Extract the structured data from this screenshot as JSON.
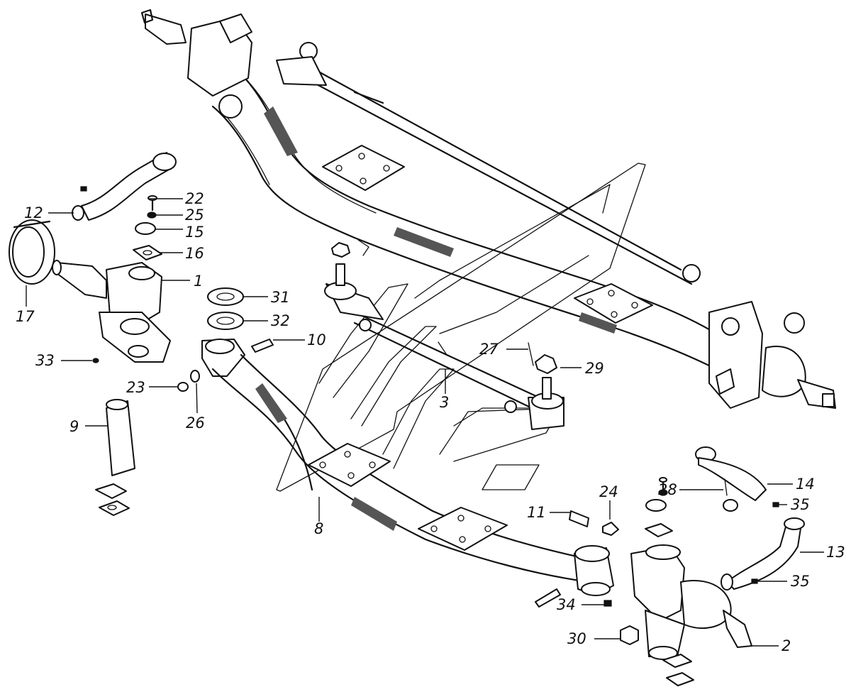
{
  "callouts": [
    {
      "id": "c22",
      "text": "22"
    },
    {
      "id": "c12",
      "text": "12"
    },
    {
      "id": "c25",
      "text": "25"
    },
    {
      "id": "c15",
      "text": "15"
    },
    {
      "id": "c16",
      "text": "16"
    },
    {
      "id": "c1",
      "text": "1"
    },
    {
      "id": "c17",
      "text": "17"
    },
    {
      "id": "c31",
      "text": "31"
    },
    {
      "id": "c32",
      "text": "32"
    },
    {
      "id": "c10",
      "text": "10"
    },
    {
      "id": "c33",
      "text": "33"
    },
    {
      "id": "c27",
      "text": "27"
    },
    {
      "id": "c29",
      "text": "29"
    },
    {
      "id": "c23",
      "text": "23"
    },
    {
      "id": "c3",
      "text": "3"
    },
    {
      "id": "c26",
      "text": "26"
    },
    {
      "id": "c9",
      "text": "9"
    },
    {
      "id": "c14",
      "text": "14"
    },
    {
      "id": "c24",
      "text": "24"
    },
    {
      "id": "c28",
      "text": "28"
    },
    {
      "id": "c35a",
      "text": "35"
    },
    {
      "id": "c8",
      "text": "8"
    },
    {
      "id": "c11",
      "text": "11"
    },
    {
      "id": "c13",
      "text": "13"
    },
    {
      "id": "c35b",
      "text": "35"
    },
    {
      "id": "c34",
      "text": "34"
    },
    {
      "id": "c30",
      "text": "30"
    },
    {
      "id": "c2",
      "text": "2"
    }
  ]
}
